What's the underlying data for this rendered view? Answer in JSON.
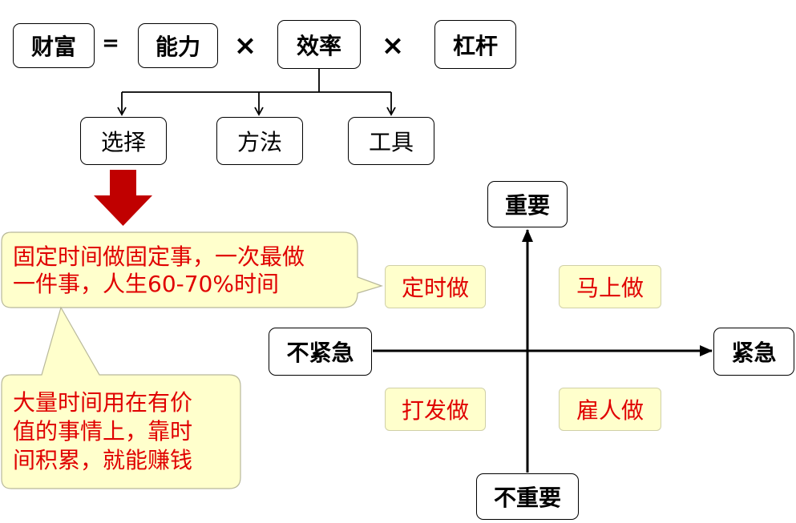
{
  "formula": {
    "wealth": "财富",
    "equals": "=",
    "ability": "能力",
    "times1": "×",
    "efficiency": "效率",
    "times2": "×",
    "leverage": "杠杆"
  },
  "efficiency_parts": [
    "选择",
    "方法",
    "工具"
  ],
  "callout_top": {
    "line1": "固定时间做固定事，一次最做",
    "line2": "一件事，人生60-70%时间"
  },
  "callout_bottom": {
    "line1": "大量时间用在有价",
    "line2": "值的事情上，靠时",
    "line3": "间积累，就能赚钱"
  },
  "matrix": {
    "important": "重要",
    "not_important": "不重要",
    "urgent": "紧急",
    "not_urgent": "不紧急",
    "quadrant_important_not_urgent": "定时做",
    "quadrant_important_urgent": "马上做",
    "quadrant_not_important_not_urgent": "打发做",
    "quadrant_not_important_urgent": "雇人做"
  },
  "colors": {
    "callout_fill": "#ffffcc",
    "callout_text": "#e00000",
    "down_arrow": "#c00000"
  }
}
